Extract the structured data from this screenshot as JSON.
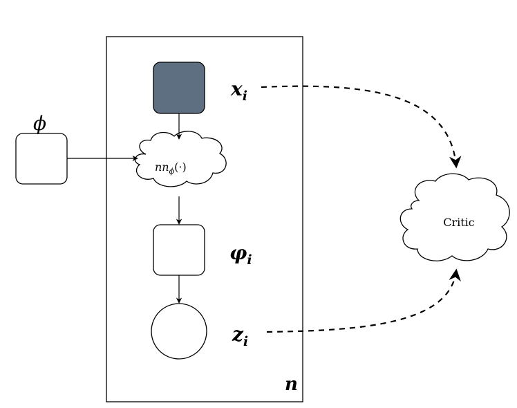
{
  "diagram": {
    "plate_label": "n",
    "global_param": {
      "label": "ϕ"
    },
    "observed_node": {
      "label_main": "x",
      "label_sub": "i",
      "fill": "#5f6f82"
    },
    "network_node": {
      "label": "nn",
      "label_sub": "ϕ",
      "label_suffix": "(·)"
    },
    "local_param_node": {
      "label_main": "φ",
      "label_sub": "i"
    },
    "latent_node": {
      "label_main": "z",
      "label_sub": "i"
    },
    "critic_node": {
      "label": "Critic"
    },
    "colors": {
      "stroke": "#000000",
      "background": "#ffffff",
      "observed_fill": "#5f6f82"
    }
  }
}
